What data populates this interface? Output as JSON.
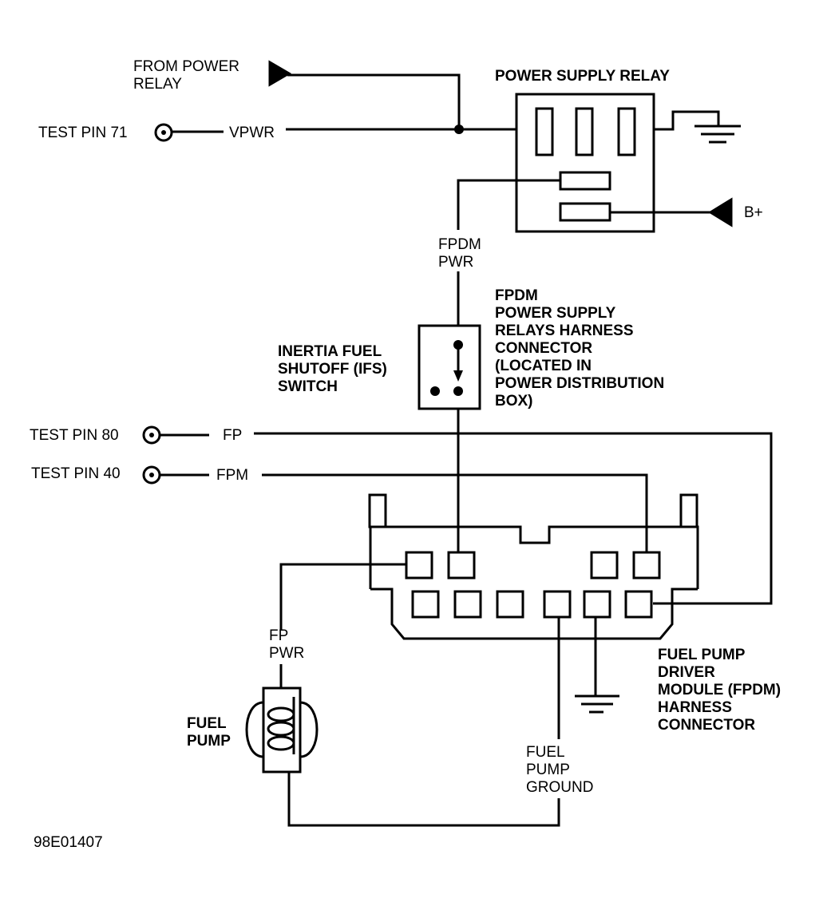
{
  "labels": {
    "from_power_relay": [
      "FROM POWER",
      "RELAY"
    ],
    "power_supply_relay": [
      "POWER SUPPLY RELAY"
    ],
    "test_pin_71": [
      "TEST PIN 71"
    ],
    "vpwr": [
      "VPWR"
    ],
    "b_plus": [
      "B+"
    ],
    "fpdm_pwr": [
      "FPDM",
      "PWR"
    ],
    "fpdm_relays_connector": [
      "FPDM",
      "POWER SUPPLY",
      "RELAYS HARNESS",
      "CONNECTOR",
      "(LOCATED IN",
      "POWER DISTRIBUTION",
      "BOX)"
    ],
    "ifs_switch": [
      "INERTIA FUEL",
      "SHUTOFF (IFS)",
      "SWITCH"
    ],
    "test_pin_80": [
      "TEST PIN 80"
    ],
    "fp": [
      "FP"
    ],
    "test_pin_40": [
      "TEST PIN 40"
    ],
    "fpm": [
      "FPM"
    ],
    "fp_pwr": [
      "FP",
      "PWR"
    ],
    "fuel_pump": [
      "FUEL",
      "PUMP"
    ],
    "fuel_pump_ground": [
      "FUEL",
      "PUMP",
      "GROUND"
    ],
    "fpdm_harness_connector": [
      "FUEL PUMP",
      "DRIVER",
      "MODULE (FPDM)",
      "HARNESS",
      "CONNECTOR"
    ],
    "figure_id": [
      "98E01407"
    ]
  },
  "colors": {
    "ink": "#000000",
    "paper": "#ffffff"
  },
  "icons": [
    "test-point-icon",
    "arrow-terminal-icon",
    "ground-symbol-icon",
    "relay-contact-icon",
    "pump-coil-icon",
    "switch-contact-icon"
  ]
}
